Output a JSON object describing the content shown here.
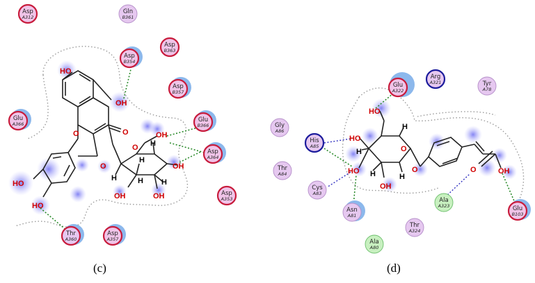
{
  "colors": {
    "acidic_ring": "#c81c3c",
    "acidic_fill": "#f0c4e8",
    "polar_fill": "#e6c8f0",
    "polar_ring": "#b48ec8",
    "basic_ring": "#1c1c9c",
    "hydrophobic_fill": "#c8f0c0",
    "hydrophobic_ring": "#6cbf6c",
    "exposure_blue": "#8cb8ec",
    "oxygen": "#d10000",
    "hbond_green": "#2a8a2a",
    "hbond_blue": "#3030c0"
  },
  "panel_c": {
    "caption": "(c)",
    "residues": [
      {
        "name": "Asp",
        "id": "A312",
        "type": "acidic"
      },
      {
        "name": "Gln",
        "id": "B361",
        "type": "polar"
      },
      {
        "name": "Asp",
        "id": "B354",
        "type": "acidic"
      },
      {
        "name": "Asp",
        "id": "B363",
        "type": "acidic"
      },
      {
        "name": "Asp",
        "id": "B357",
        "type": "acidic"
      },
      {
        "name": "Glu",
        "id": "A366",
        "type": "acidic"
      },
      {
        "name": "Glu",
        "id": "B366",
        "type": "acidic"
      },
      {
        "name": "Asp",
        "id": "A364",
        "type": "acidic"
      },
      {
        "name": "Asp",
        "id": "A353",
        "type": "acidic"
      },
      {
        "name": "Thr",
        "id": "A360",
        "type": "polar_hbond"
      },
      {
        "name": "Asp",
        "id": "A357",
        "type": "acidic"
      }
    ],
    "atoms": {
      "ho_top": "HO",
      "oh_5": "OH",
      "o_ring": "O",
      "o_keto": "O",
      "o_link": "O",
      "ho_cat1": "HO",
      "ho_cat2": "HO",
      "sugar_o": "O",
      "sugar_oh1": "OH",
      "sugar_oh2": "OH",
      "sugar_oh3": "OH",
      "sugar_oh4": "OH",
      "h1": "H",
      "h2": "H",
      "h3": "H",
      "h4": "H",
      "h5": "H"
    }
  },
  "panel_d": {
    "caption": "(d)",
    "residues": [
      {
        "name": "Glu",
        "id": "A322",
        "type": "acidic"
      },
      {
        "name": "Arg",
        "id": "A321",
        "type": "basic"
      },
      {
        "name": "Tyr",
        "id": "A78",
        "type": "polar"
      },
      {
        "name": "Gly",
        "id": "A86",
        "type": "polar"
      },
      {
        "name": "His",
        "id": "A85",
        "type": "basic"
      },
      {
        "name": "Thr",
        "id": "A84",
        "type": "polar"
      },
      {
        "name": "Cys",
        "id": "A83",
        "type": "polar"
      },
      {
        "name": "Asn",
        "id": "A81",
        "type": "polar"
      },
      {
        "name": "Ala",
        "id": "A323",
        "type": "hydrophobic"
      },
      {
        "name": "Thr",
        "id": "A324",
        "type": "polar"
      },
      {
        "name": "Ala",
        "id": "A80",
        "type": "hydrophobic"
      },
      {
        "name": "Glu",
        "id": "B103",
        "type": "acidic"
      }
    ],
    "atoms": {
      "ho_ch2": "HO",
      "ho_1": "HO",
      "ho_2": "HO",
      "oh_bottom": "OH",
      "ring_o": "O",
      "link_o": "O",
      "carbonyl_o": "O",
      "acid_oh": "OH",
      "h1": "H",
      "h2": "H",
      "h3": "H",
      "h4": "H"
    }
  }
}
